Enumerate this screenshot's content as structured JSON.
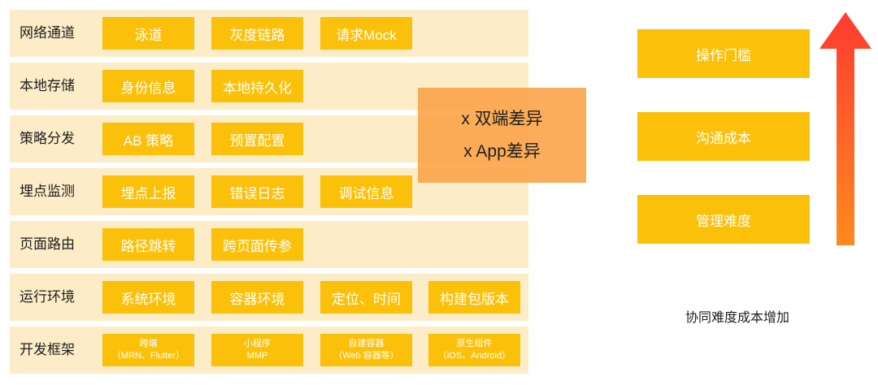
{
  "layers": [
    {
      "label": "网络通道",
      "chips": [
        {
          "text": "泳道"
        },
        {
          "text": "灰度链路"
        },
        {
          "text": "请求Mock"
        }
      ]
    },
    {
      "label": "本地存储",
      "chips": [
        {
          "text": "身份信息"
        },
        {
          "text": "本地持久化"
        }
      ]
    },
    {
      "label": "策略分发",
      "chips": [
        {
          "text": "AB 策略"
        },
        {
          "text": "预置配置"
        }
      ]
    },
    {
      "label": "埋点监测",
      "chips": [
        {
          "text": "埋点上报"
        },
        {
          "text": "错误日志"
        },
        {
          "text": "调试信息"
        }
      ]
    },
    {
      "label": "页面路由",
      "chips": [
        {
          "text": "路径跳转"
        },
        {
          "text": "跨页面传参"
        }
      ]
    },
    {
      "label": "运行环境",
      "chips": [
        {
          "text": "系统环境"
        },
        {
          "text": "容器环境"
        },
        {
          "text": "定位、时间"
        },
        {
          "text": "构建包版本"
        }
      ]
    },
    {
      "label": "开发框架",
      "chips": [
        {
          "text": "跨端",
          "sub": "（MRN、Flutter）"
        },
        {
          "text": "小程序",
          "sub": "MMP"
        },
        {
          "text": "自建容器",
          "sub": "（Web 容器等）"
        },
        {
          "text": "原生组件",
          "sub": "（iOS、Android）"
        }
      ]
    }
  ],
  "overlay": {
    "line1": "x 双端差异",
    "line2": "x App差异"
  },
  "cost_factors": [
    "操作门槛",
    "沟通成本",
    "管理难度"
  ],
  "caption": "协同难度成本增加",
  "colors": {
    "row_bg": "#fcecc7",
    "chip": "#fbc00a",
    "overlay": "#faa246",
    "arrow_top": "#ff3b30",
    "arrow_bottom": "#ff8a1f"
  }
}
